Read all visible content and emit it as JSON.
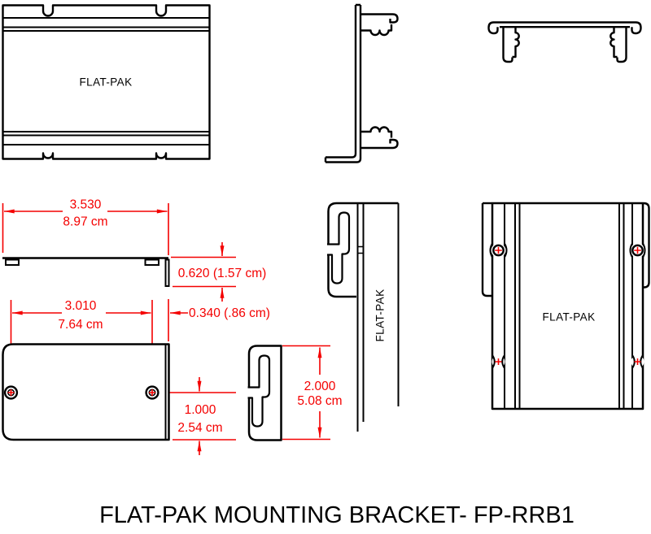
{
  "title": "FLAT-PAK MOUNTING BRACKET- FP-RRB1",
  "labels": {
    "top_view": "FLAT-PAK",
    "side_view": "FLAT-PAK",
    "front_view": "FLAT-PAK"
  },
  "dimensions": {
    "overall_width": {
      "inches": "3.530",
      "metric": "8.97 cm"
    },
    "flange_height": {
      "combined": "0.620 (1.57 cm)"
    },
    "hole_spacing": {
      "inches": "3.010",
      "metric": "7.64 cm"
    },
    "edge_offset": {
      "combined": "0.340 (.86 cm)"
    },
    "hole_to_edge": {
      "inches": "1.000",
      "metric": "2.54 cm"
    },
    "bracket_height": {
      "inches": "2.000",
      "metric": "5.08 cm"
    }
  },
  "colors": {
    "line": "#000000",
    "dimension": "#f40000",
    "background": "#ffffff"
  }
}
